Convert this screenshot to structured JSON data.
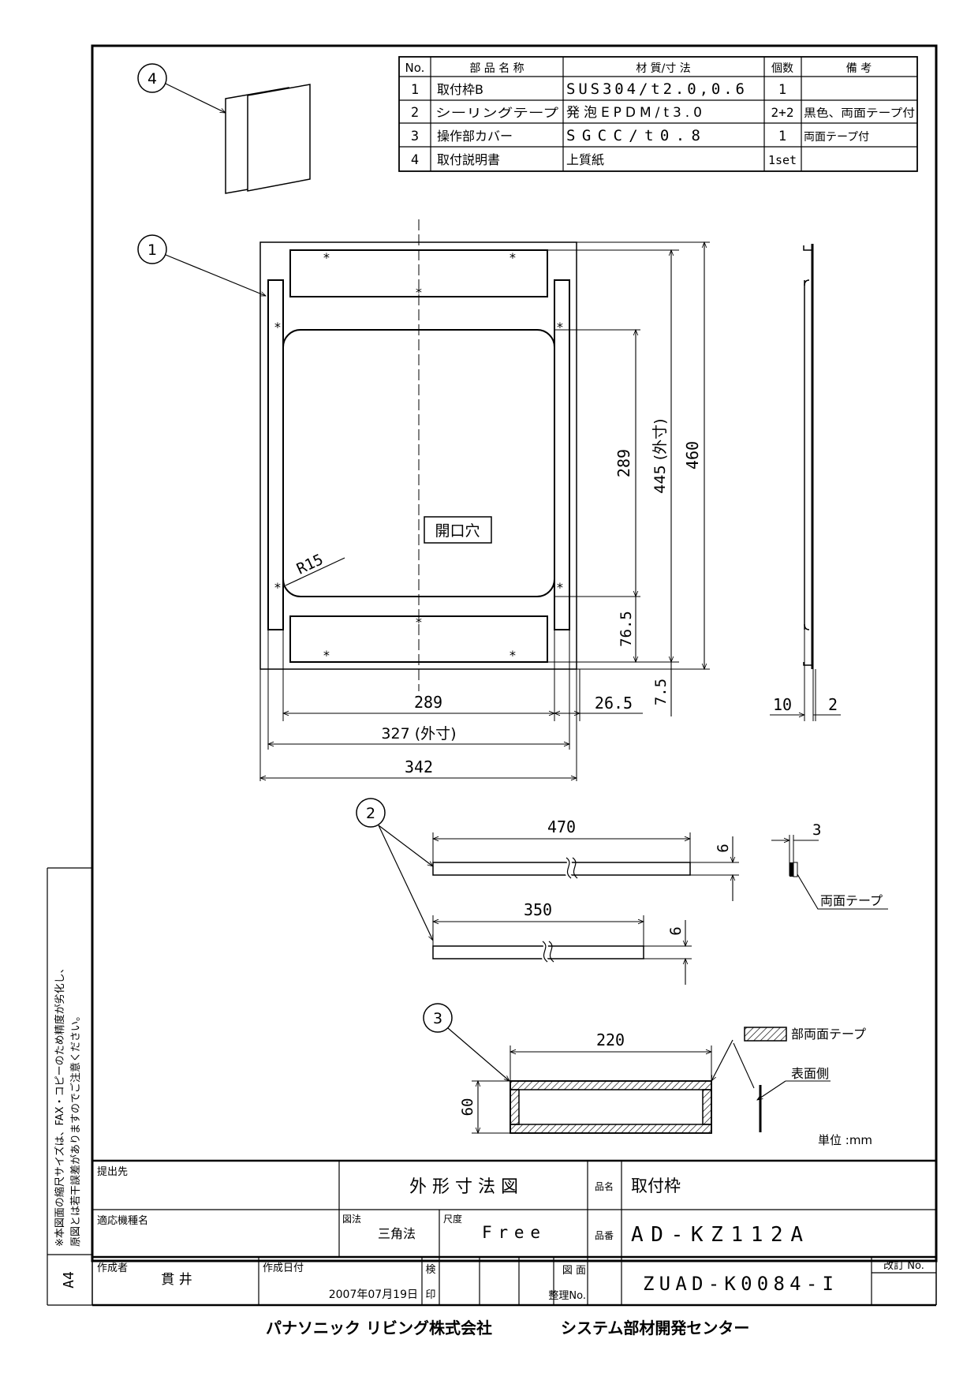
{
  "parts_table": {
    "headers": [
      "No.",
      "部 品 名 称",
      "材 質/寸 法",
      "個数",
      "備 考"
    ],
    "rows": [
      {
        "no": "1",
        "name": "取付枠B",
        "material": "SUS304/t2.0,0.6",
        "qty": "1",
        "note": ""
      },
      {
        "no": "2",
        "name": "シーリングテープ",
        "material": "発泡EPDM/t3.0",
        "qty": "2+2",
        "note": "黒色、両面テープ付"
      },
      {
        "no": "3",
        "name": "操作部カバー",
        "material": "SGCC/t0.8",
        "qty": "1",
        "note": "両面テープ付"
      },
      {
        "no": "4",
        "name": "取付説明書",
        "material": "上質紙",
        "qty": "1set",
        "note": ""
      }
    ]
  },
  "balloons": {
    "b1": "1",
    "b2": "2",
    "b3": "3",
    "b4": "4"
  },
  "frame_view": {
    "opening_label": "開口穴",
    "radius_label": "R15",
    "dim_289_h": "289",
    "dim_26_5": "26.5",
    "dim_327": "327 (外寸)",
    "dim_342": "342",
    "dim_289_v": "289",
    "dim_445": "445 (外寸)",
    "dim_460": "460",
    "dim_76_5": "76.5",
    "dim_7_5": "7.5"
  },
  "side_view": {
    "dim_10": "10",
    "dim_2": "2"
  },
  "tape_view": {
    "dim_470": "470",
    "dim_6a": "6",
    "dim_350": "350",
    "dim_6b": "6",
    "dim_3": "3",
    "tape_label": "両面テープ"
  },
  "cover_view": {
    "dim_220": "220",
    "dim_60": "60",
    "legend_label": "部両面テープ",
    "surface_label": "表面側"
  },
  "unit_label": "単位 :mm",
  "side_note": {
    "line1": "※本図面の縮尺サイズは、FAX・コピーのため精度が劣化し、",
    "line2": "原図とは若干誤差がありますのでご注意ください。",
    "paper_size": "A4"
  },
  "title_block": {
    "submit_to_label": "提出先",
    "drawing_title": "外 形 寸 法 図",
    "product_name_label": "品名",
    "product_name": "取付枠",
    "model_label": "適応機種名",
    "projection_label": "図法",
    "projection": "三角法",
    "scale_label": "尺度",
    "scale": "Free",
    "part_no_label": "品番",
    "part_no": "AD-KZ112A",
    "author_label": "作成者",
    "author": "貫 井",
    "date_label": "作成日付",
    "date": "2007年07月19日",
    "check_label_1": "検",
    "check_label_2": "印",
    "drawing_no_label_1": "図 面",
    "drawing_no_label_2": "整理No.",
    "drawing_no": "ZUAD-K0084-I",
    "revision_label": "改訂 No."
  },
  "footer": {
    "company": "パナソニック リビング株式会社",
    "department": "システム部材開発センター"
  }
}
